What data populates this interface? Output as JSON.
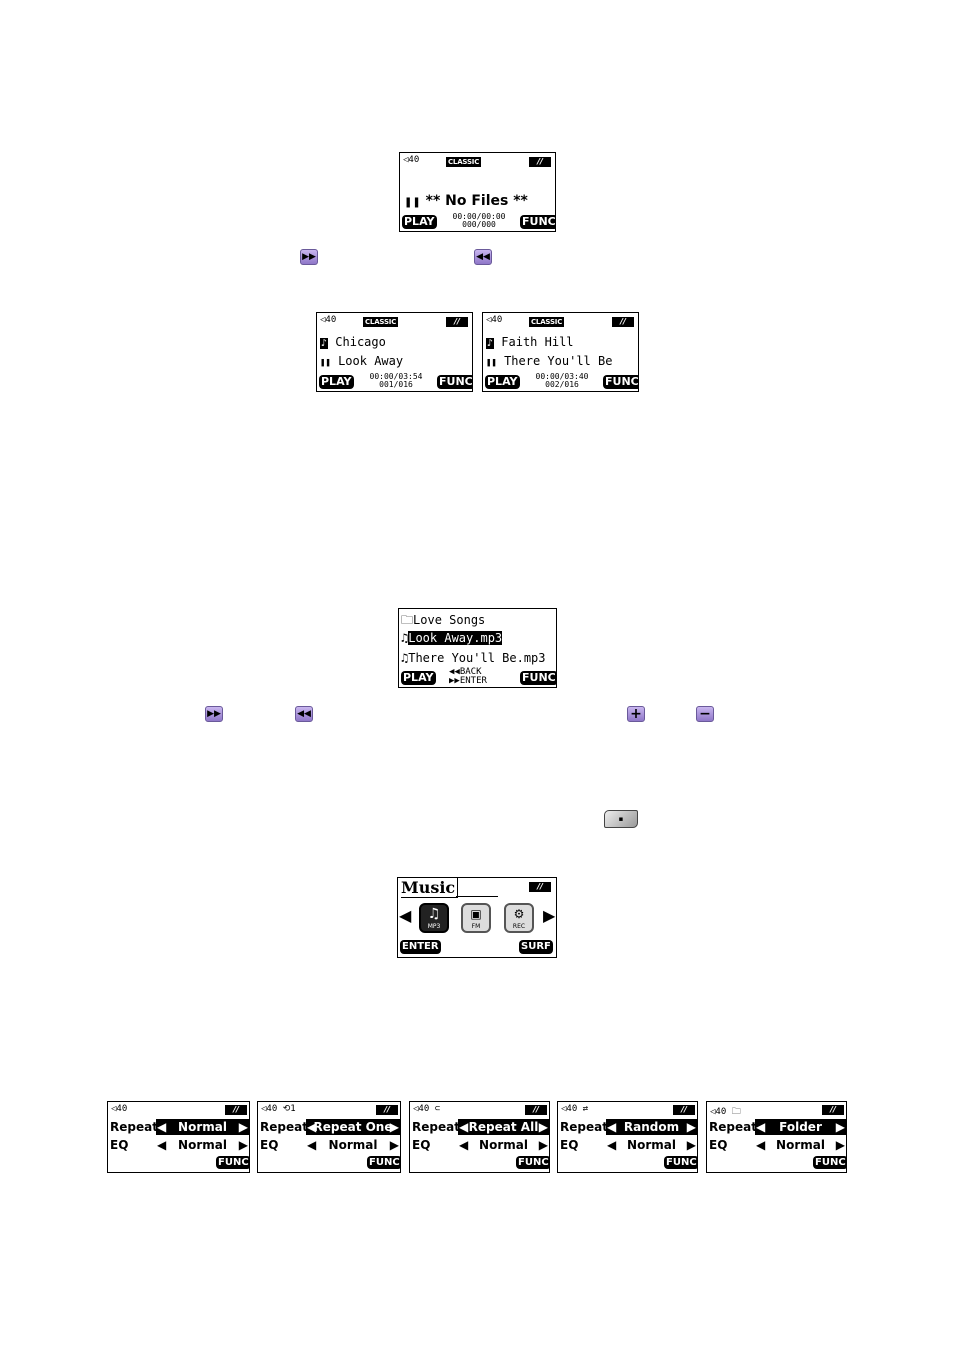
{
  "common": {
    "volume": "40",
    "eq_badge": "CLASSIC",
    "play_label": "PLAY",
    "func_label": "FUNC"
  },
  "screen_no_files": {
    "message": "** No Files **",
    "time": "00:00/00:00",
    "track": "000/000"
  },
  "screen_chicago": {
    "artist": "Chicago",
    "song": "Look Away",
    "time": "00:00/03:54",
    "track": "001/016"
  },
  "screen_faith_hill": {
    "artist": "Faith Hill",
    "song": "There You'll Be",
    "time": "00:00/03:40",
    "track": "002/016"
  },
  "screen_browser": {
    "folder": "Love Songs",
    "files": [
      "Look Away.mp3",
      "There You'll Be.mp3"
    ],
    "back_label": "BACK",
    "enter_label": "ENTER"
  },
  "screen_menu": {
    "title": "Music",
    "items": [
      "MP3",
      "FM",
      "REC"
    ],
    "enter_label": "ENTER",
    "surf_label": "SURF"
  },
  "settings_screens": [
    {
      "repeat_label": "Repeat",
      "repeat_value": "Normal",
      "eq_label": "EQ",
      "eq_value": "Normal",
      "mode_icon": ""
    },
    {
      "repeat_label": "Repeat",
      "repeat_value": "Repeat One",
      "eq_label": "EQ",
      "eq_value": "Normal",
      "mode_icon": "repeat-one-icon"
    },
    {
      "repeat_label": "Repeat",
      "repeat_value": "Repeat All",
      "eq_label": "EQ",
      "eq_value": "Normal",
      "mode_icon": "repeat-all-icon"
    },
    {
      "repeat_label": "Repeat",
      "repeat_value": "Random",
      "eq_label": "EQ",
      "eq_value": "Normal",
      "mode_icon": "random-icon"
    },
    {
      "repeat_label": "Repeat",
      "repeat_value": "Folder",
      "eq_label": "EQ",
      "eq_value": "Normal",
      "mode_icon": "folder-icon"
    }
  ],
  "colors": {
    "button_face": "#b9a5e6",
    "lcd_bg": "#ffffff",
    "ink": "#000000"
  }
}
